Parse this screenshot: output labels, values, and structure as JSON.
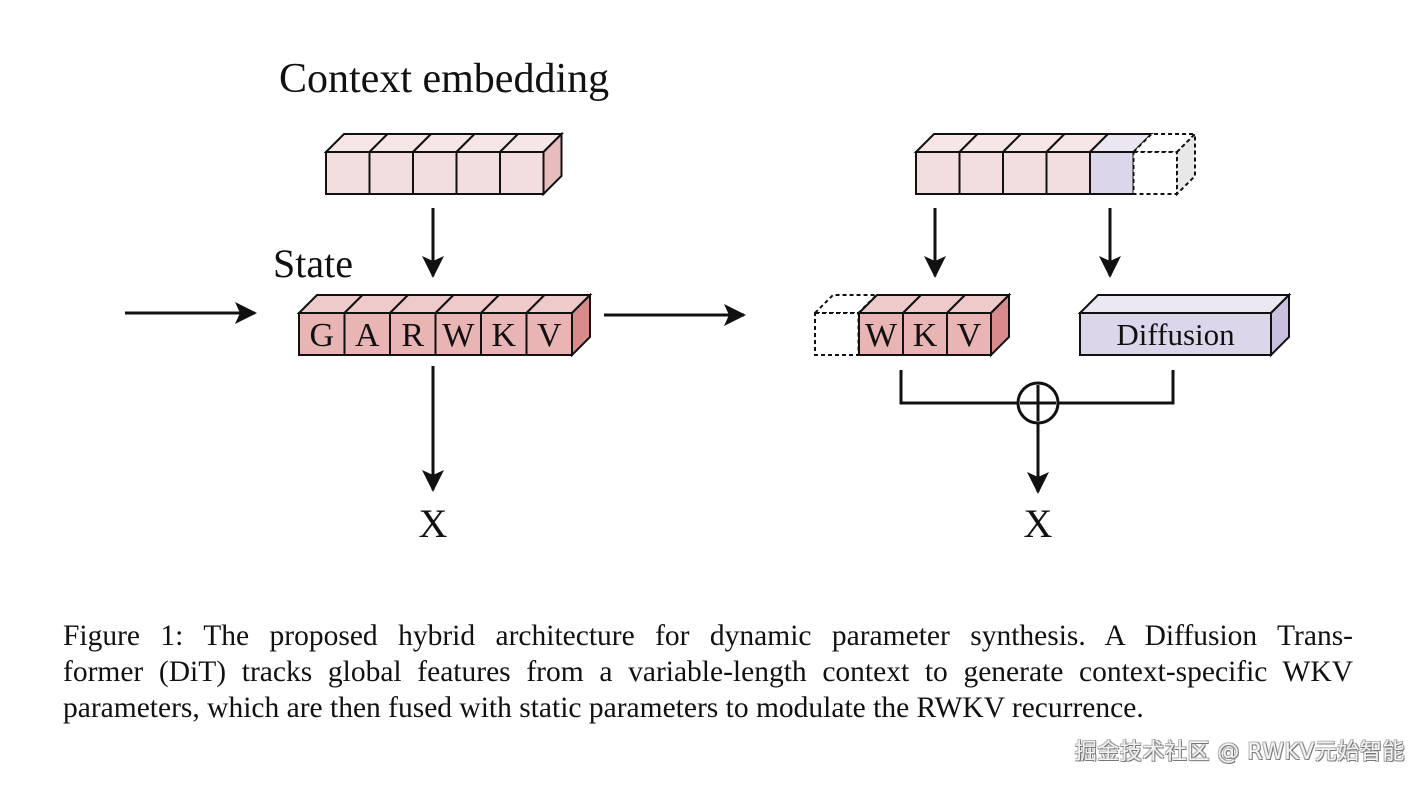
{
  "diagram": {
    "left_panel": {
      "context_label": "Context embedding",
      "context_cells": 5,
      "state_label": "State",
      "state_cells": [
        "G",
        "A",
        "R",
        "W",
        "K",
        "V"
      ],
      "output_label": "X"
    },
    "right_panel": {
      "context_cells": 4,
      "context_highlight_cells": 1,
      "context_dashed_cells": 1,
      "state_cells": [
        "W",
        "K",
        "V"
      ],
      "state_dashed_cells": 1,
      "diffusion_label": "Diffusion",
      "fuse_operator": "⊕",
      "output_label": "X"
    },
    "colors": {
      "context_pink": "#f2dede",
      "state_pink": "#e9b4b4",
      "state_side": "#d98a8a",
      "diffusion_lavender": "#dcd6ea",
      "diffusion_side": "#c9c0e0",
      "dashed_side": "#e8e8e8",
      "line": "#111111"
    }
  },
  "caption": {
    "lines": [
      "Figure 1: The proposed hybrid architecture for dynamic parameter synthesis.  A Diffusion Trans-",
      "former (DiT) tracks global features from a variable-length context to generate context-specific WKV",
      "parameters, which are then fused with static parameters to modulate the RWKV recurrence."
    ]
  },
  "watermark": "掘金技术社区 @ RWKV元始智能"
}
